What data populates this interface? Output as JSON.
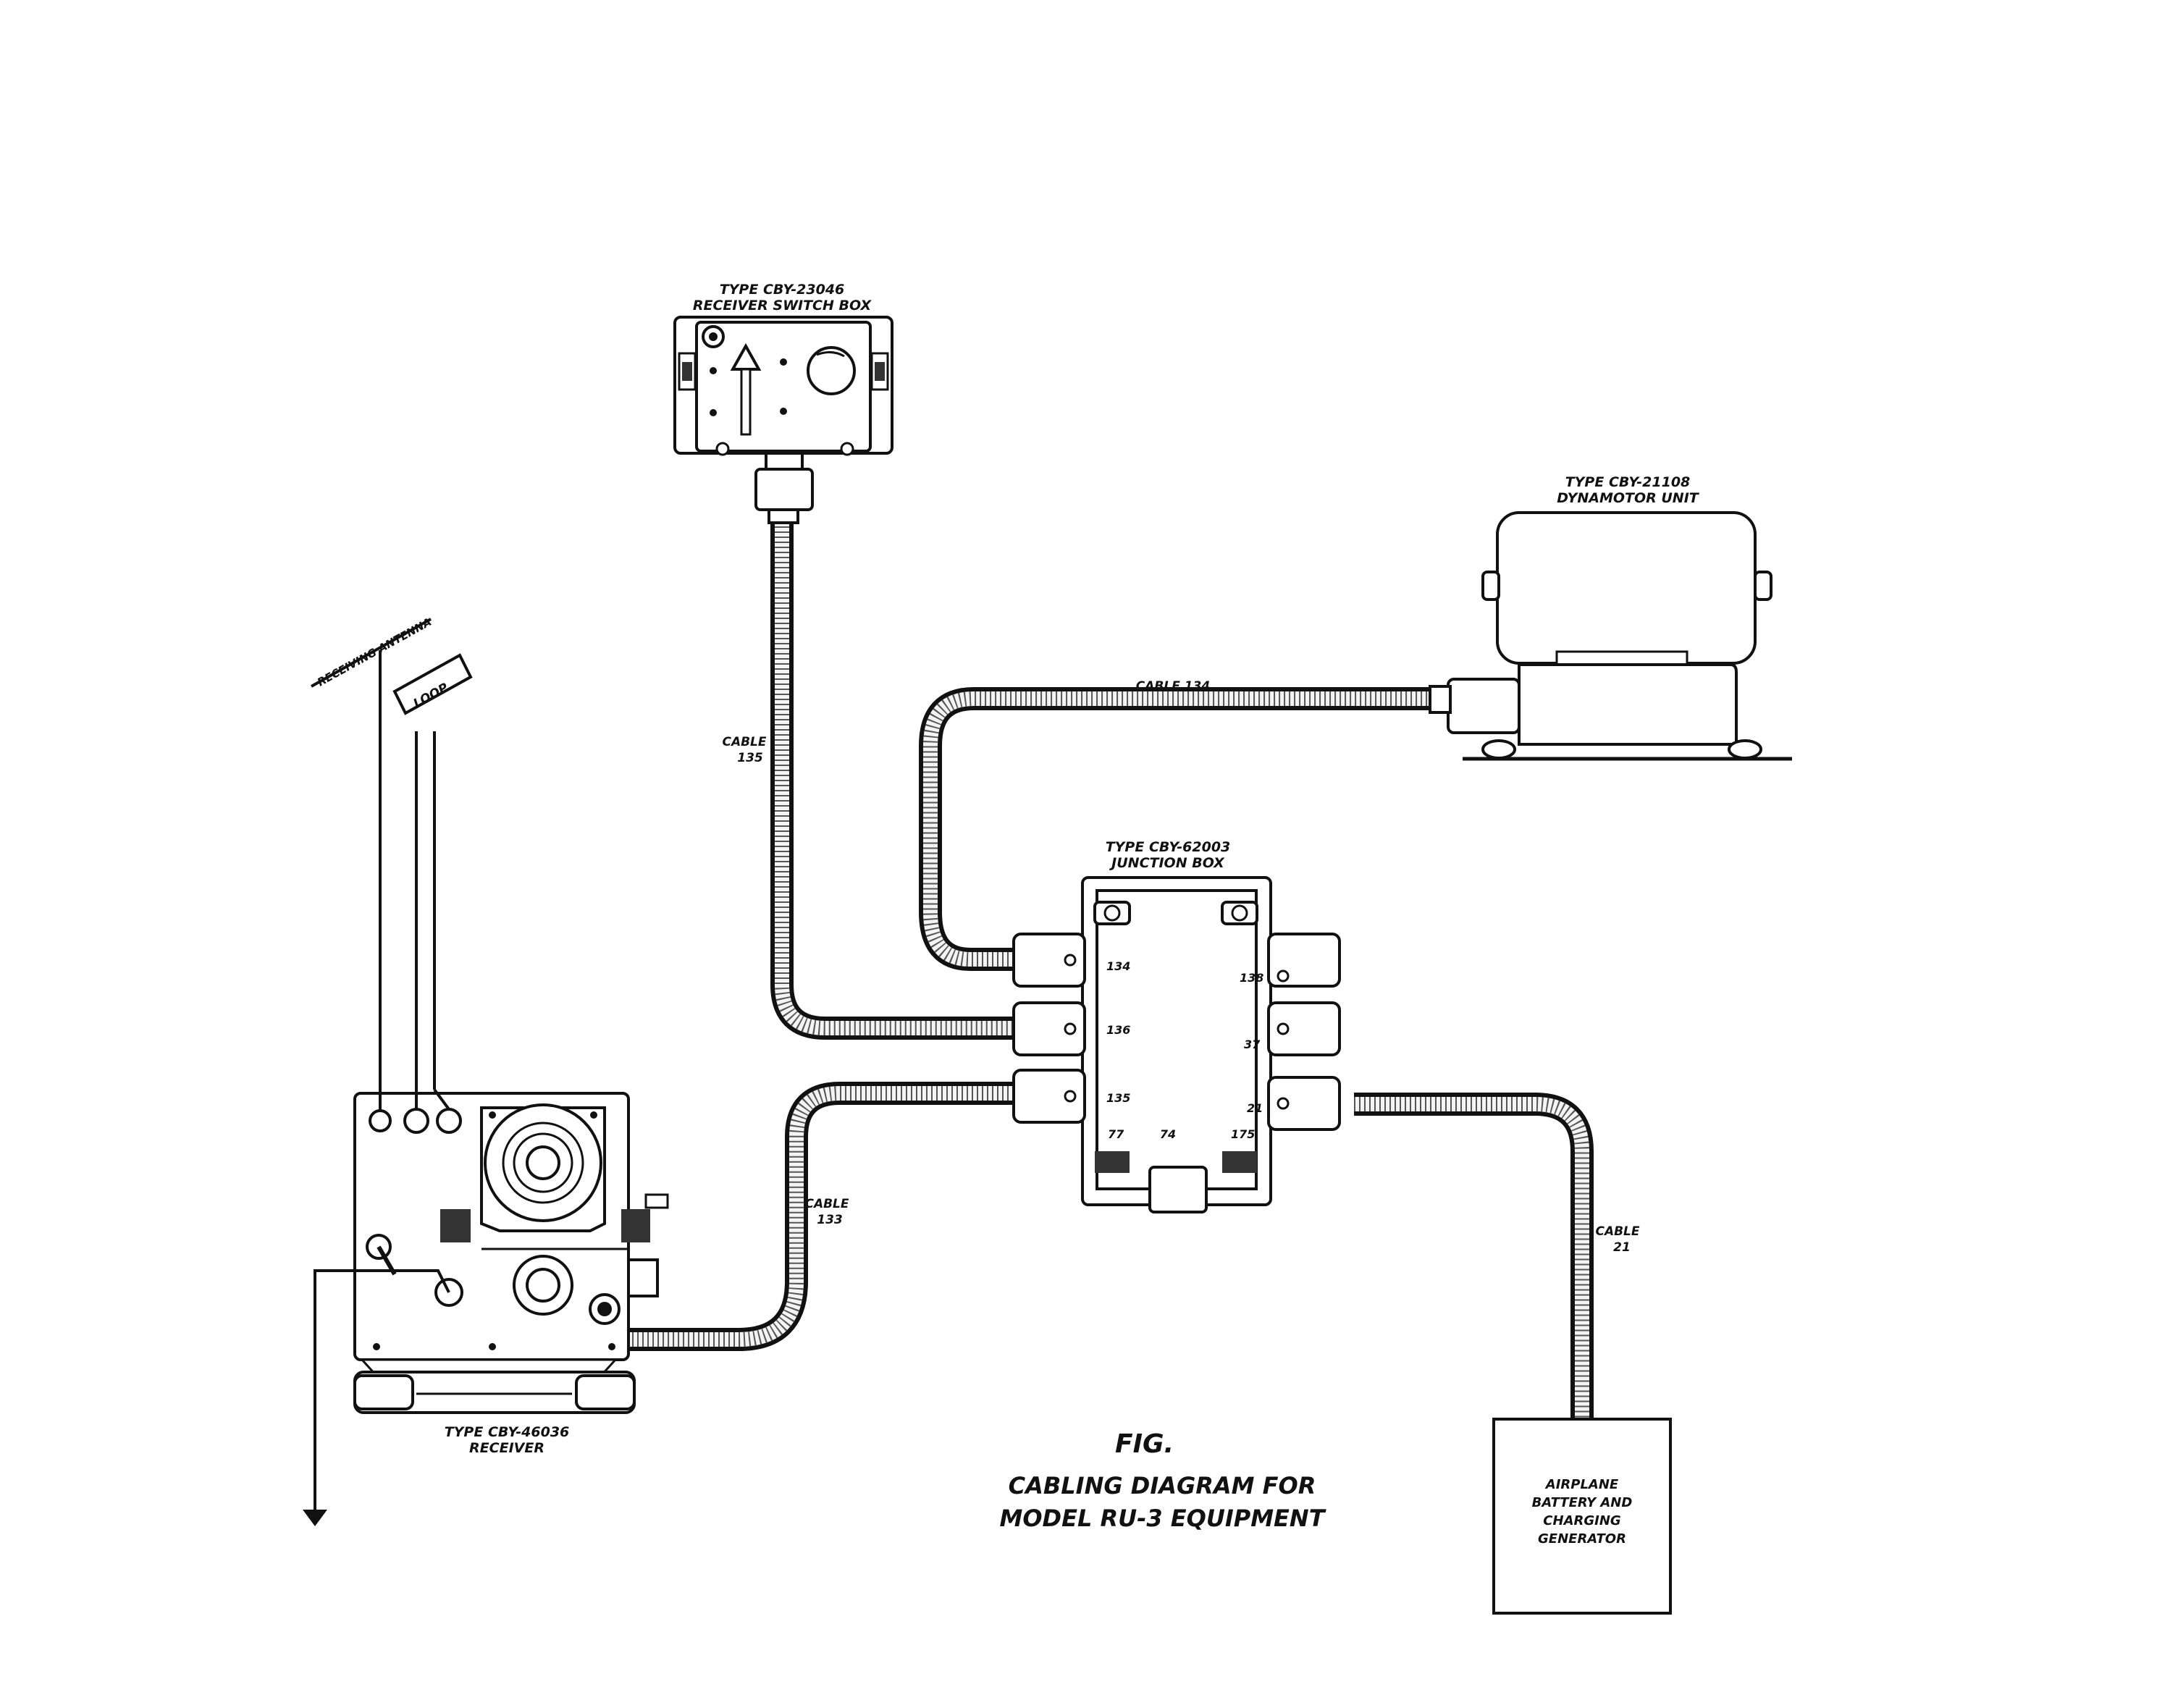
{
  "components": {
    "switch_box": {
      "type": "TYPE CBY-23046",
      "name": "RECEIVER SWITCH BOX"
    },
    "dynamotor": {
      "type": "TYPE CBY-21108",
      "name": "DYNAMOTOR UNIT"
    },
    "junction_box": {
      "type": "TYPE CBY-62003",
      "name": "JUNCTION BOX",
      "ports": [
        "134",
        "138",
        "136",
        "37",
        "135",
        "21",
        "77",
        "74",
        "175"
      ]
    },
    "receiver": {
      "type": "TYPE CBY-46036",
      "name": "RECEIVER"
    },
    "antenna": {
      "label": "RECEIVING ANTENNA"
    },
    "loop": {
      "label": "LOOP"
    },
    "battery": {
      "line1": "AIRPLANE",
      "line2": "BATTERY AND",
      "line3": "CHARGING",
      "line4": "GENERATOR"
    }
  },
  "cables": {
    "c135": {
      "word": "CABLE",
      "num": "135"
    },
    "c134": {
      "label": "CABLE 134"
    },
    "c133": {
      "word": "CABLE",
      "num": "133"
    },
    "c21": {
      "word": "CABLE",
      "num": "21"
    }
  },
  "caption": {
    "fig": "FIG.",
    "line1": "CABLING  DIAGRAM  FOR",
    "line2": "MODEL RU-3 EQUIPMENT"
  }
}
